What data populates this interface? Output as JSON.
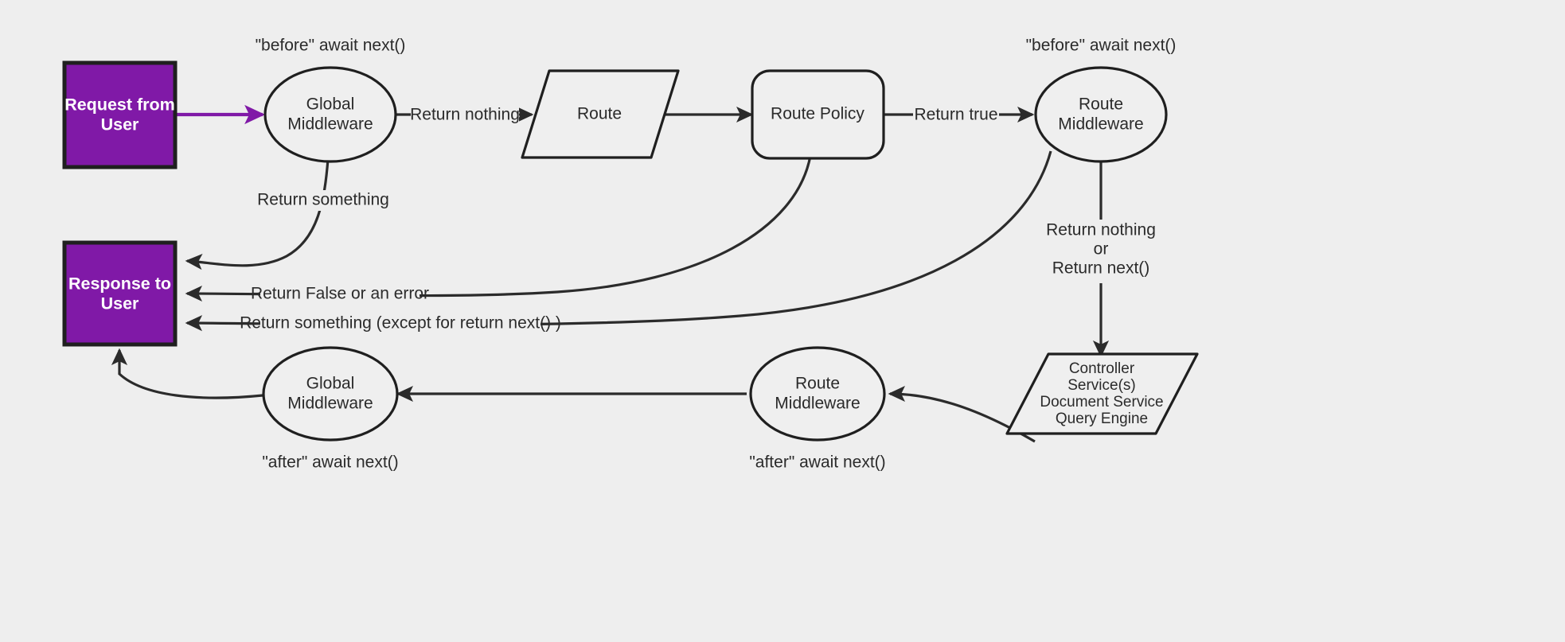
{
  "diagram": {
    "title": "Request lifecycle middleware flow",
    "background_color": "#eeeeee",
    "accent_color": "#8019a7",
    "line_color": "#2b2b2b",
    "nodes": {
      "request_from_user": {
        "line1": "Request from",
        "line2": "User",
        "shape": "terminal-rect",
        "fill": "#8019a7"
      },
      "response_to_user": {
        "line1": "Response to",
        "line2": "User",
        "shape": "terminal-rect",
        "fill": "#8019a7"
      },
      "global_middleware_before": {
        "line1": "Global",
        "line2": "Middleware",
        "shape": "ellipse"
      },
      "route": {
        "line1": "Route",
        "shape": "parallelogram"
      },
      "route_policy": {
        "line1": "Route Policy",
        "shape": "rounded-rect"
      },
      "route_middleware_before": {
        "line1": "Route",
        "line2": "Middleware",
        "shape": "ellipse"
      },
      "controller_stack": {
        "line1": "Controller",
        "line2": "Service(s)",
        "line3": "Document Service",
        "line4": "Query Engine",
        "shape": "parallelogram"
      },
      "route_middleware_after": {
        "line1": "Route",
        "line2": "Middleware",
        "shape": "ellipse"
      },
      "global_middleware_after": {
        "line1": "Global",
        "line2": "Middleware",
        "shape": "ellipse"
      }
    },
    "annotations": {
      "before_global": "\"before\" await next()",
      "before_route_mw": "\"before\" await next()",
      "after_global": "\"after\" await next()",
      "after_route_mw": "\"after\" await next()"
    },
    "edges": {
      "request_to_global": {
        "label": "",
        "color": "#8019a7"
      },
      "global_to_route": {
        "label": "Return nothing"
      },
      "route_to_policy": {
        "label": ""
      },
      "policy_to_route_mw": {
        "label": "Return true"
      },
      "global_to_response": {
        "label": "Return something"
      },
      "policy_to_response": {
        "label": "Return False or an error"
      },
      "route_mw_to_response": {
        "label": "Return something (except for return next() )"
      },
      "route_mw_to_controller_line1": "Return nothing",
      "route_mw_to_controller_line2": "or",
      "route_mw_to_controller_line3": "Return next()",
      "controller_to_route_mw_after": {
        "label": ""
      },
      "route_mw_after_to_global_after": {
        "label": ""
      },
      "global_after_to_response": {
        "label": ""
      }
    }
  }
}
